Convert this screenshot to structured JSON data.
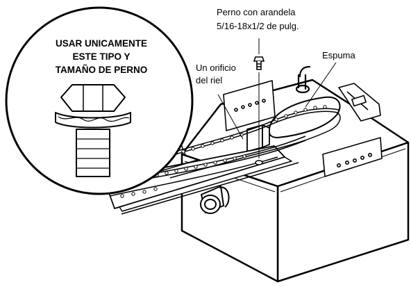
{
  "callout": {
    "line1": "USAR UNICAMENTE",
    "line2": "ESTE TIPO Y",
    "line3": "TAMAÑO DE PERNO"
  },
  "labels": {
    "bolt_line1": "Perno con arandela",
    "bolt_line2": "5/16-18x1/2 de pulg.",
    "hole_line1": "Un orificio",
    "hole_line2": "del riel",
    "foam": "Espuma"
  }
}
